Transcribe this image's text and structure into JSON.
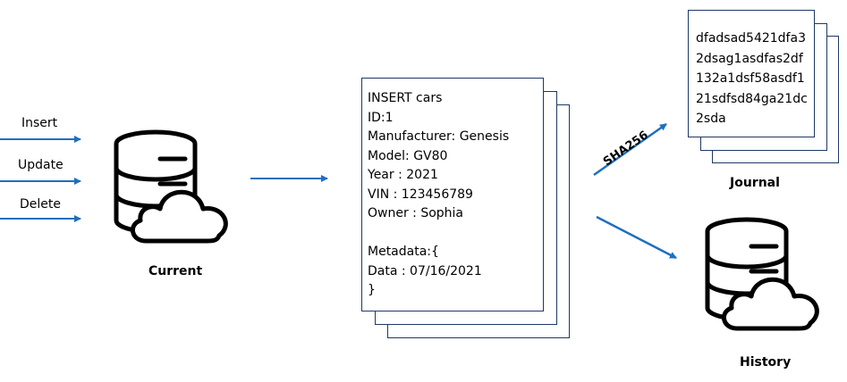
{
  "inputs": [
    {
      "label": "Insert"
    },
    {
      "label": "Update"
    },
    {
      "label": "Delete"
    }
  ],
  "current_label": "Current",
  "record": {
    "lines": [
      "INSERT cars",
      "ID:1",
      "Manufacturer: Genesis",
      "Model: GV80",
      "Year : 2021",
      "VIN : 123456789",
      "Owner : Sophia",
      "",
      "Metadata:{",
      "Data : 07/16/2021",
      "}"
    ]
  },
  "hash_label": "SHA256",
  "journal": {
    "label": "Journal",
    "hash_lines": [
      "dfadsad5421dfa3",
      "2dsag1asdfas2df",
      "132a1dsf58asdf1",
      "21sdfsd84ga21dc",
      "2sda"
    ]
  },
  "history_label": "History",
  "colors": {
    "arrow": "#1f6fbd",
    "stroke": "#000000",
    "doc_border": "#1f3864"
  },
  "icons": [
    "database-cloud-icon",
    "database-cloud-icon"
  ]
}
